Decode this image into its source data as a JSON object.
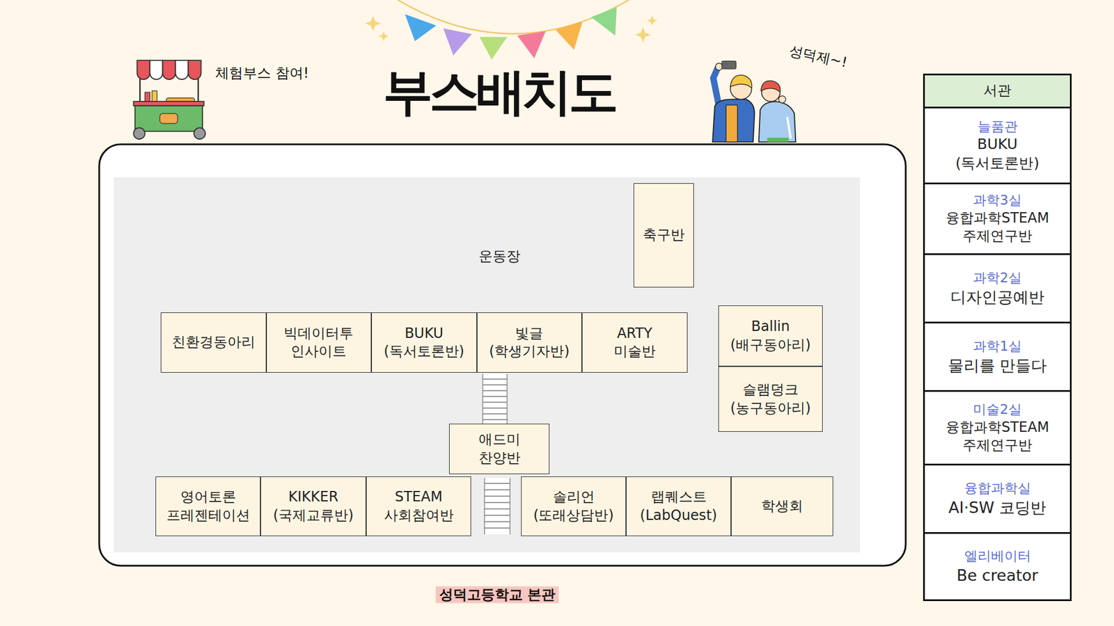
{
  "diagram": {
    "title": "부스배치도",
    "caption": "성덕고등학교 본관",
    "nodes": [
      {
        "text": [
          "운동장"
        ]
      },
      {
        "text": [
          "축구반"
        ],
        "in": 0
      },
      {
        "text": [
          "친환경동아리"
        ],
        "in": 0
      },
      {
        "text": [
          "빅데이터투 인사이트"
        ],
        "in": 0
      },
      {
        "text": [
          "BUKU (독서토론반)"
        ],
        "in": 0
      },
      {
        "text": [
          "빛글 (학생기자반)"
        ],
        "in": 0
      },
      {
        "text": [
          "ARTY 미술반"
        ],
        "in": 0
      },
      {
        "text": [
          "Ballin (배구동아리)"
        ],
        "in": 0
      },
      {
        "text": [
          "슬램덩크 (농구동아리)"
        ],
        "in": 0
      },
      {
        "text": [
          "애드미 찬양반"
        ],
        "in": 0
      },
      {
        "text": [
          "영어토론 프레젠테이션"
        ],
        "in": 0
      },
      {
        "text": [
          "KIKKER (국제교류반)"
        ],
        "in": 0
      },
      {
        "text": [
          "STEAM 사회참여반"
        ],
        "in": 0
      },
      {
        "text": [
          "솔리언 (또래상담반)"
        ],
        "in": 0
      },
      {
        "text": [
          "랩퀘스트 (LabQuest)"
        ],
        "in": 0
      },
      {
        "text": [
          "학생회"
        ],
        "in": 0
      },
      {
        "text": [
          "서관"
        ]
      },
      {
        "text": [
          "늘품관",
          "BUKU (독서토론반)"
        ],
        "in": 16
      },
      {
        "text": [
          "과학3실",
          "융합과학STEAM 주제연구반"
        ],
        "in": 16
      },
      {
        "text": [
          "과학2실",
          "디자인공예반"
        ],
        "in": 16
      },
      {
        "text": [
          "과학1실",
          "물리를 만들다"
        ],
        "in": 16
      },
      {
        "text": [
          "미술2실",
          "융합과학STEAM 주제연구반"
        ],
        "in": 16
      },
      {
        "text": [
          "융합과학실",
          "AI·SW 코딩반"
        ],
        "in": 16
      },
      {
        "text": [
          "엘리베이터",
          "Be creator"
        ],
        "in": 16
      }
    ],
    "labels": [
      "체험부스 참여!",
      "성덕제~!"
    ]
  }
}
